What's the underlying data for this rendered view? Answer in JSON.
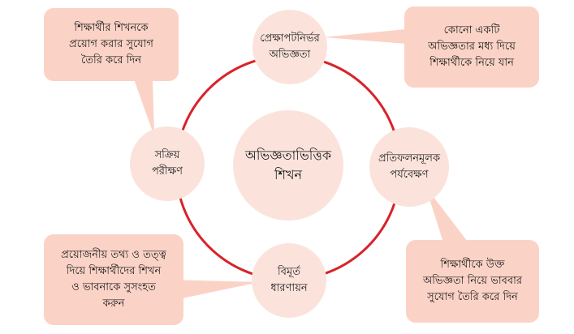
{
  "colors": {
    "ring": "#d8232a",
    "node_fill": "#fbe3dc",
    "callout_fill": "#fbd3c6"
  },
  "center": {
    "line1": "অভিজ্ঞতাভিত্তিক",
    "line2": "শিখন"
  },
  "nodes": {
    "top": {
      "line1": "প্রেক্ষাপটনির্ভর",
      "line2": "অভিজ্ঞতা"
    },
    "right": {
      "line1": "প্রতিফলনমূলক",
      "line2": "পর্যবেক্ষণ"
    },
    "bottom": {
      "line1": "বিমূর্ত",
      "line2": "ধারণায়ন"
    },
    "left": {
      "line1": "সক্রিয়",
      "line2": "পরীক্ষণ"
    }
  },
  "callouts": {
    "top_left": {
      "line1": "শিক্ষার্থীর শিখনকে",
      "line2": "প্রয়োগ করার সুযোগ",
      "line3": "তৈরি করে দিন"
    },
    "top_right": {
      "line1": "কোনো একটি",
      "line2": "অভিজ্ঞতার মধ্য দিয়ে",
      "line3": "শিক্ষার্থীকে নিয়ে যান"
    },
    "bottom_left": {
      "line1": "প্রয়োজনীয় তথ্য ও তত্ত্ব",
      "line2": "দিয়ে শিক্ষার্থীদের শিখন",
      "line3": "ও ভাবনাকে  সুসংহত",
      "line4": "করুন"
    },
    "bottom_right": {
      "line1": "শিক্ষার্থীকে উক্ত",
      "line2": "অভিজ্ঞতা নিয়ে ভাববার",
      "line3": "সুযোগ তৈরি করে দিন"
    }
  }
}
